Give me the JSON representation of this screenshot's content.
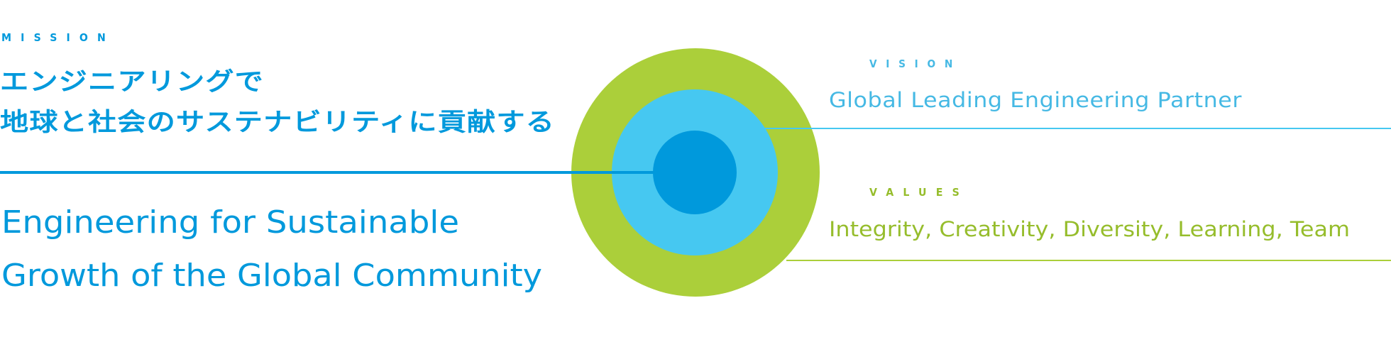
{
  "mission": {
    "label": "MISSION",
    "japanese_lines": [
      "エンジニアリングで",
      "地球と社会のサステナビリティに貢献する"
    ],
    "english_lines": [
      "Engineering for Sustainable",
      "Growth of the Global Community"
    ]
  },
  "vision": {
    "label": "VISION",
    "text": "Global Leading Engineering Partner"
  },
  "values": {
    "label": "VALUES",
    "text": "Integrity, Creativity, Diversity, Learning, Team"
  },
  "colors": {
    "mission_blue": "#0099dc",
    "vision_light_blue": "#46c8f1",
    "values_green": "#abcf3a",
    "vision_text": "#46b9e4",
    "values_text": "#96bd2c"
  },
  "rings": [
    {
      "name": "values-ring",
      "color": "#abcf3a"
    },
    {
      "name": "vision-ring",
      "color": "#46c8f1"
    },
    {
      "name": "mission-core",
      "color": "#0099dc"
    }
  ]
}
